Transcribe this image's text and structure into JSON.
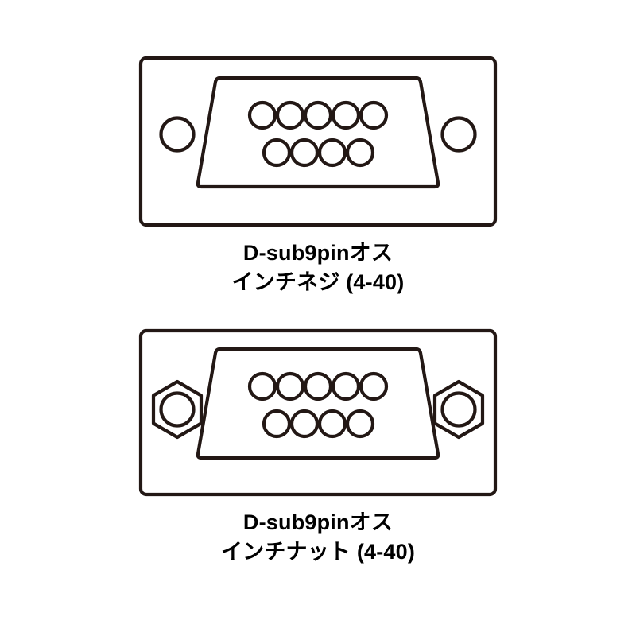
{
  "page": {
    "background_color": "#ffffff",
    "stroke_color": "#231815",
    "text_color": "#000000"
  },
  "figures": [
    {
      "id": "dsub9-male-inch-screw",
      "connector_type": "D-sub 9pin male",
      "hardware": "inch screw",
      "hardware_shape": "round-screw-hole",
      "pin_count": 9,
      "pin_rows": [
        5,
        4
      ],
      "caption_line_1": "D-sub9pinオス",
      "caption_line_2": "インチネジ (4-40)",
      "thread_spec": "4-40"
    },
    {
      "id": "dsub9-male-inch-nut",
      "connector_type": "D-sub 9pin male",
      "hardware": "inch nut",
      "hardware_shape": "hex-nut",
      "pin_count": 9,
      "pin_rows": [
        5,
        4
      ],
      "caption_line_1": "D-sub9pinオス",
      "caption_line_2": "インチナット (4-40)",
      "thread_spec": "4-40"
    }
  ]
}
